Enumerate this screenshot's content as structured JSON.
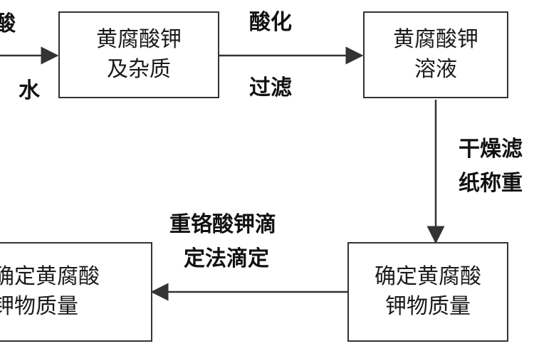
{
  "labels": {
    "top_left_cut": "酸",
    "water": "水",
    "acidify": "酸化",
    "filter": "过滤",
    "dry_line1": "干燥滤",
    "dry_line2": "纸称重",
    "titration_line1": "重铬酸钾滴",
    "titration_line2": "定法滴定"
  },
  "boxes": {
    "raw": {
      "line1": "黄腐酸钾",
      "line2": "及杂质"
    },
    "solution": {
      "line1": "黄腐酸钾",
      "line2": "溶液"
    },
    "mass_right": {
      "line1": "确定黄腐酸",
      "line2": "钾物质量"
    },
    "mass_left": {
      "line1": "确定黄腐酸",
      "line2": "钾物质量"
    }
  },
  "colors": {
    "line": "#333333",
    "text": "#111111"
  }
}
